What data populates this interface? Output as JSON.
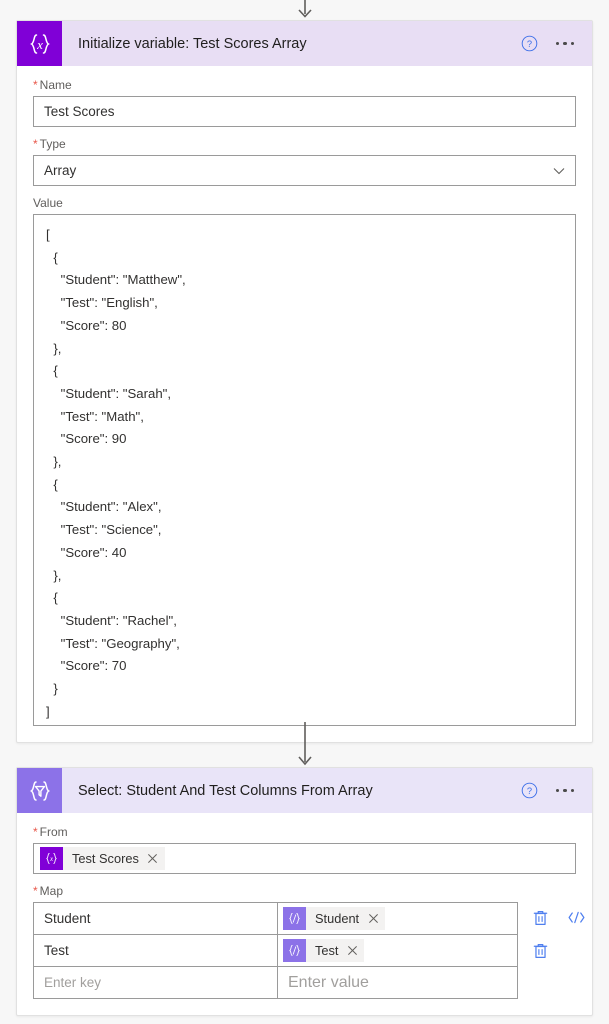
{
  "colors": {
    "initialize_icon_bg": "#8000D7",
    "select_icon_bg": "#8C72E8",
    "initialize_header_bg": "#E8DEF4",
    "select_header_bg": "#E9E4F8",
    "required_asterisk": "#E8584B",
    "action_icon_blue": "#4F7FEF",
    "canvas_bg": "#F7F7F7"
  },
  "connectors": {
    "top_arrow": "arrow-down-icon",
    "middle_arrow": "arrow-down-icon"
  },
  "initialize_card": {
    "icon": "variable-braces-x-icon",
    "title": "Initialize variable: Test Scores Array",
    "help_icon": "help-circle-icon",
    "more_icon": "more-ellipsis-icon",
    "fields": {
      "name": {
        "label": "Name",
        "required": true,
        "value": "Test Scores"
      },
      "type": {
        "label": "Type",
        "required": true,
        "value": "Array",
        "chevron_icon": "chevron-down-icon",
        "options": [
          "Array"
        ]
      },
      "value": {
        "label": "Value",
        "required": false,
        "text": "[\n  {\n    \"Student\": \"Matthew\",\n    \"Test\": \"English\",\n    \"Score\": 80\n  },\n  {\n    \"Student\": \"Sarah\",\n    \"Test\": \"Math\",\n    \"Score\": 90\n  },\n  {\n    \"Student\": \"Alex\",\n    \"Test\": \"Science\",\n    \"Score\": 40\n  },\n  {\n    \"Student\": \"Rachel\",\n    \"Test\": \"Geography\",\n    \"Score\": 70\n  }\n]"
      }
    }
  },
  "select_card": {
    "icon": "select-funnel-braces-icon",
    "title": "Select: Student And Test Columns From Array",
    "help_icon": "help-circle-icon",
    "more_icon": "more-ellipsis-icon",
    "fields": {
      "from": {
        "label": "From",
        "required": true,
        "token": {
          "icon": "variable-braces-x-icon",
          "label": "Test Scores",
          "remove_icon": "close-x-icon"
        }
      },
      "map": {
        "label": "Map",
        "required": true,
        "rows": [
          {
            "key": "Student",
            "token": {
              "icon": "expression-braces-icon",
              "label": "Student",
              "remove_icon": "close-x-icon"
            },
            "delete_icon": "trash-icon",
            "switch_icon": "switch-text-mode-icon",
            "has_switch": true
          },
          {
            "key": "Test",
            "token": {
              "icon": "expression-braces-icon",
              "label": "Test",
              "remove_icon": "close-x-icon"
            },
            "delete_icon": "trash-icon",
            "has_switch": false
          }
        ],
        "new_row": {
          "key_placeholder": "Enter key",
          "value_placeholder": "Enter value"
        }
      }
    }
  }
}
